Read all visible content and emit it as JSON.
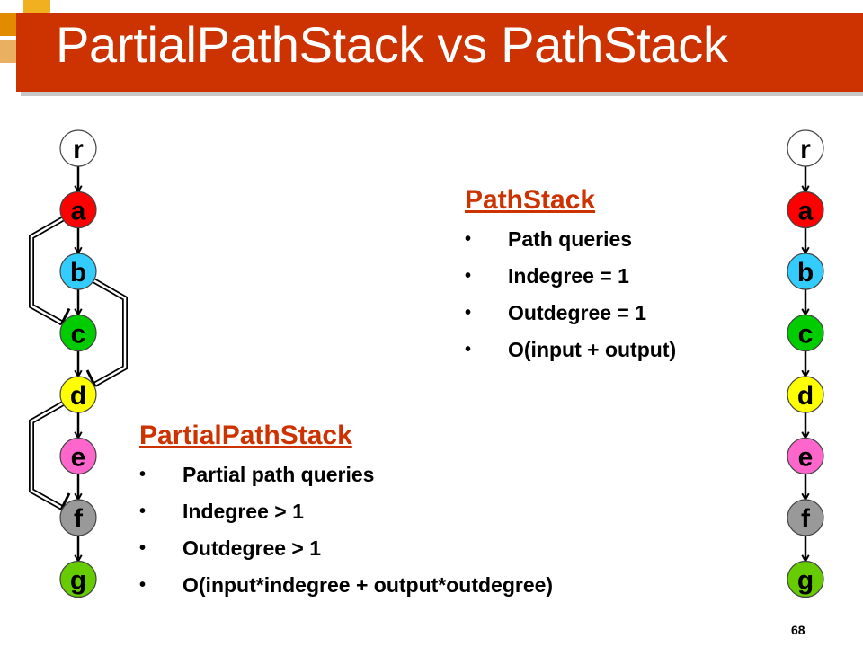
{
  "slide": {
    "title": "PartialPathStack vs PathStack",
    "page_number": "68",
    "colors": {
      "title_bar": "#cc3300",
      "heading": "#cc3300",
      "deco_orange": "#e28a00",
      "deco_gold": "#f0b020"
    }
  },
  "left_graph": {
    "nodes": [
      {
        "label": "r",
        "fill": "#ffffff"
      },
      {
        "label": "a",
        "fill": "#ff0000"
      },
      {
        "label": "b",
        "fill": "#33ccff"
      },
      {
        "label": "c",
        "fill": "#00cc00"
      },
      {
        "label": "d",
        "fill": "#ffff00"
      },
      {
        "label": "e",
        "fill": "#ff66cc"
      },
      {
        "label": "f",
        "fill": "#999999"
      },
      {
        "label": "g",
        "fill": "#66cc00"
      }
    ],
    "edges": [
      {
        "from": "r",
        "to": "a",
        "style": "single"
      },
      {
        "from": "a",
        "to": "b",
        "style": "single"
      },
      {
        "from": "b",
        "to": "c",
        "style": "single"
      },
      {
        "from": "c",
        "to": "d",
        "style": "single"
      },
      {
        "from": "d",
        "to": "e",
        "style": "single"
      },
      {
        "from": "e",
        "to": "f",
        "style": "single"
      },
      {
        "from": "f",
        "to": "g",
        "style": "single"
      },
      {
        "from": "a",
        "to": "c",
        "style": "double"
      },
      {
        "from": "b",
        "to": "d",
        "style": "double"
      },
      {
        "from": "d",
        "to": "f",
        "style": "double"
      }
    ]
  },
  "right_graph": {
    "nodes": [
      {
        "label": "r",
        "fill": "#ffffff"
      },
      {
        "label": "a",
        "fill": "#ff0000"
      },
      {
        "label": "b",
        "fill": "#33ccff"
      },
      {
        "label": "c",
        "fill": "#00cc00"
      },
      {
        "label": "d",
        "fill": "#ffff00"
      },
      {
        "label": "e",
        "fill": "#ff66cc"
      },
      {
        "label": "f",
        "fill": "#999999"
      },
      {
        "label": "g",
        "fill": "#66cc00"
      }
    ],
    "edges": [
      {
        "from": "r",
        "to": "a",
        "style": "single"
      },
      {
        "from": "a",
        "to": "b",
        "style": "single"
      },
      {
        "from": "b",
        "to": "c",
        "style": "single"
      },
      {
        "from": "c",
        "to": "d",
        "style": "single"
      },
      {
        "from": "d",
        "to": "e",
        "style": "single"
      },
      {
        "from": "e",
        "to": "f",
        "style": "single"
      },
      {
        "from": "f",
        "to": "g",
        "style": "single"
      }
    ]
  },
  "pathstack": {
    "title": "PathStack",
    "bullet_glyph": "•",
    "items": [
      "Path queries",
      "Indegree = 1",
      "Outdegree = 1",
      "O(input + output)"
    ]
  },
  "partialpathstack": {
    "title": "PartialPathStack",
    "bullet_glyph": "•",
    "items": [
      "Partial path queries",
      "Indegree > 1",
      "Outdegree > 1",
      "O(input*indegree + output*outdegree)"
    ]
  }
}
